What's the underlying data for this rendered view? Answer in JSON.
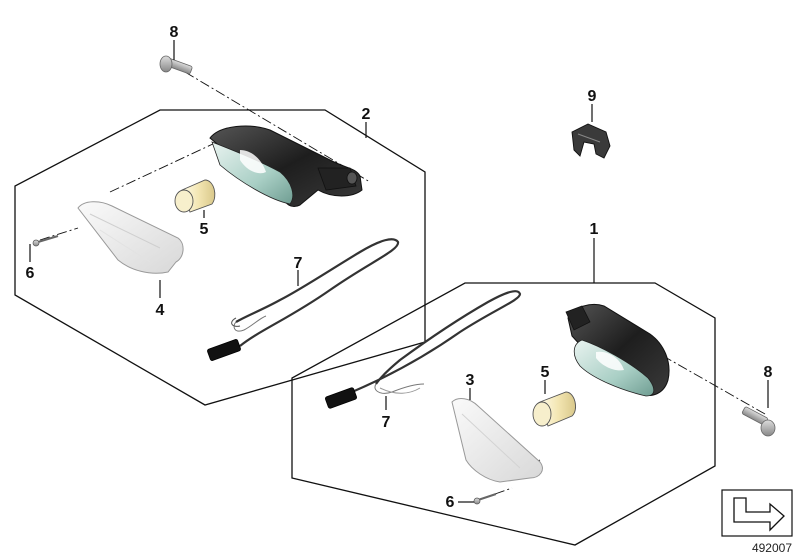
{
  "diagram": {
    "callouts": {
      "c1": "1",
      "c2": "2",
      "c3": "3",
      "c4": "4",
      "c5a": "5",
      "c5b": "5",
      "c6a": "6",
      "c6b": "6",
      "c7a": "7",
      "c7b": "7",
      "c8a": "8",
      "c8b": "8",
      "c9": "9"
    },
    "document_number": "492007"
  },
  "colors": {
    "line": "#111111",
    "housing_dark": "#2b2b2b",
    "lens_tint": "#b9d8d0",
    "bulb": "#f2e7b8"
  }
}
